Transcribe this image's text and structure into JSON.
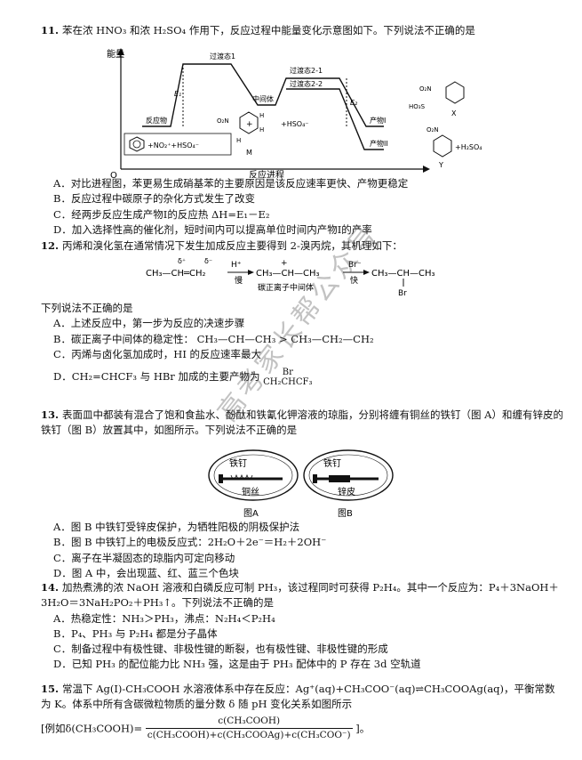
{
  "q11": {
    "number": "11.",
    "stem": "苯在浓 HNO₃ 和浓 H₂SO₄ 作用下，反应过程中能量变化示意图如下。下列说法不正确的是",
    "diagram": {
      "y_axis": "能量",
      "x_axis": "反应进程",
      "origin": "O",
      "ts1": "过渡态1",
      "ts21": "过渡态2-1",
      "ts22": "过渡态2-2",
      "reactant": "反应物",
      "intermediate": "中间体",
      "e1": "E₁",
      "e2": "E₂",
      "product1": "产物I",
      "product2": "产物II",
      "reactant_formula": "+NO₂⁺+HSO₄⁻",
      "m_label": "M",
      "m_plus": "+HSO₄⁻",
      "x_label": "X",
      "y_label": "Y",
      "y_plus": "+H₂SO₄",
      "no2": "O₂N",
      "hso3": "HO₃S",
      "h": "H"
    },
    "options": [
      "A．对比进程图，苯更易生成硝基苯的主要原因是该反应速率更快、产物更稳定",
      "B．反应过程中碳原子的杂化方式发生了改变",
      "C．经两步反应生成产物I的反应热 ΔH=E₁－E₂",
      "D．加入选择性高的催化剂，短时间内可以提高单位时间内产物I的产率"
    ]
  },
  "q12": {
    "number": "12.",
    "stem": "丙烯和溴化氢在通常情况下发生加成反应主要得到 2-溴丙烷，其机理如下：",
    "mech": {
      "left": "CH₃—CH═CH₂",
      "delta_plus": "δ⁺",
      "delta_minus": "δ⁻",
      "hplus": "H⁺",
      "slow": "慢",
      "mid": "CH₃—CH—CH₃",
      "plus": "+",
      "carbocation": "碳正离子中间体",
      "brminus": "Br⁻",
      "fast": "快",
      "right": "CH₃—CH—CH₃",
      "br": "Br"
    },
    "ask": "下列说法不正确的是",
    "options": [
      "A．上述反应中，第一步为反应的决速步骤",
      "B．碳正离子中间体的稳定性：",
      "C．丙烯与卤化氢加成时，HI 的反应速率最大",
      "D．CH₂=CHCF₃ 与 HBr 加成的主要产物为"
    ],
    "b_formula_left": "CH₃—CH—CH₃",
    "b_gt": ">",
    "b_formula_right": "CH₃—CH₂—CH₂",
    "b_plus": "+",
    "d_formula_top": "Br",
    "d_formula": "CH₂CHCF₃"
  },
  "q13": {
    "number": "13.",
    "stem": "表面皿中都装有混合了饱和食盐水、酚酞和铁氰化钾溶液的琼脂，分别将缠有铜丝的铁钉（图 A）和缠有锌皮的铁钉（图 B）放置其中，如图所示。下列说法不正确的是",
    "fig_a": {
      "nail": "铁钉",
      "wire": "铜丝",
      "caption": "图A"
    },
    "fig_b": {
      "nail": "铁钉",
      "wire": "锌皮",
      "caption": "图B"
    },
    "options": [
      "A．图 B 中铁钉受锌皮保护，为牺牲阳极的阴极保护法",
      "B．图 B 中铁钉上的电极反应式：2H₂O＋2e⁻＝H₂＋2OH⁻",
      "C．离子在半凝固态的琼脂内可定向移动",
      "D．图 A 中，会出现蓝、红、蓝三个色块"
    ]
  },
  "q14": {
    "number": "14.",
    "stem": "加热煮沸的浓 NaOH 溶液和白磷反应可制 PH₃，该过程同时可获得 P₂H₄。其中一个反应为：P₄＋3NaOH＋3H₂O＝3NaH₂PO₂＋PH₃↑。下列说法不正确的是",
    "options": [
      "A．热稳定性：NH₃＞PH₃，沸点：N₂H₄＜P₂H₄",
      "B．P₄、PH₃ 与 P₂H₄ 都是分子晶体",
      "C．制备过程中有极性键、非极性键的断裂，也有极性键、非极性键的形成",
      "D．已知 PH₃ 的配位能力比 NH₃ 强，这是由于 PH₃ 配体中的 P 存在 3d 空轨道"
    ]
  },
  "q15": {
    "number": "15.",
    "stem": "常温下 Ag(Ⅰ)-CH₃COOH 水溶液体系中存在反应：Ag⁺(aq)+CH₃COO⁻(aq)⇌CH₃COOAg(aq)，平衡常数为 K。体系中所有含碳微粒物质的量分数 δ 随 pH 变化关系如图所示",
    "example_prefix": "[例如δ(CH₃COOH)=",
    "numerator": "c(CH₃COOH)",
    "denominator": "c(CH₃COOH)+c(CH₃COOAg)+c(CH₃COO⁻)",
    "example_suffix": "]。"
  },
  "watermark": "高考家长帮公众号"
}
